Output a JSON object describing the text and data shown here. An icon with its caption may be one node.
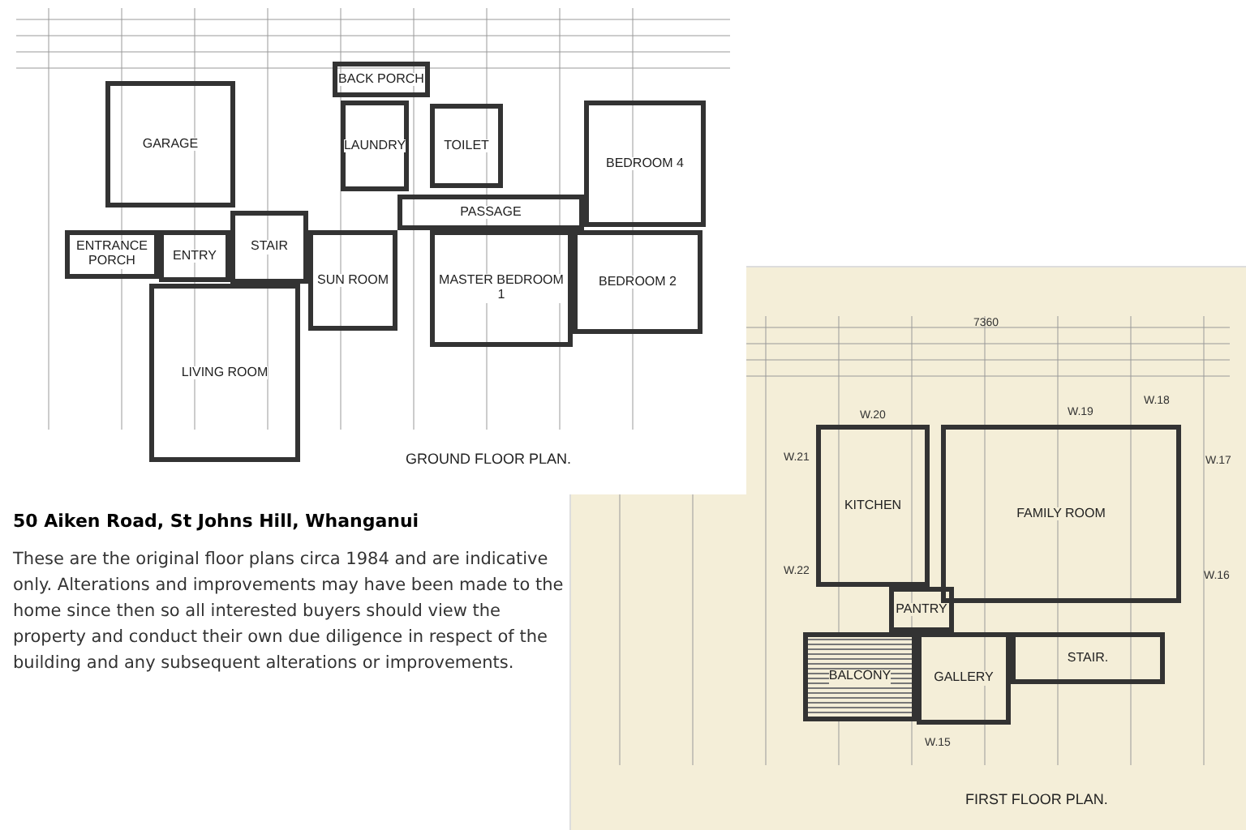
{
  "diagram": {
    "title": "50 Aiken Road, St Johns Hill, Whanganui",
    "caption": "These are the original floor plans circa 1984 and are indicative only. Alterations and improvements may have been made to the home since then so all interested buyers should view the property and conduct their own due diligence in respect of the building and any subsequent alterations or improvements.",
    "nodes": [
      {
        "text": [
          "GROUND FLOOR PLAN."
        ]
      },
      {
        "text": [
          "GARAGE"
        ],
        "in": 0
      },
      {
        "text": [
          "BACK PORCH"
        ],
        "in": 0
      },
      {
        "text": [
          "LAUNDRY"
        ],
        "in": 0
      },
      {
        "text": [
          "TOILET"
        ],
        "in": 0
      },
      {
        "text": [
          "PASSAGE"
        ],
        "in": 0
      },
      {
        "text": [
          "BEDROOM 4"
        ],
        "in": 0
      },
      {
        "text": [
          "ENTRANCE PORCH"
        ],
        "in": 0
      },
      {
        "text": [
          "ENTRY"
        ],
        "in": 0
      },
      {
        "text": [
          "STAIR"
        ],
        "in": 0
      },
      {
        "text": [
          "SUN ROOM"
        ],
        "in": 0
      },
      {
        "text": [
          "MASTER BEDROOM 1"
        ],
        "in": 0
      },
      {
        "text": [
          "BEDROOM 2"
        ],
        "in": 0
      },
      {
        "text": [
          "LIVING ROOM"
        ],
        "in": 0
      },
      {
        "text": [
          "FIRST FLOOR PLAN."
        ]
      },
      {
        "text": [
          "KITCHEN"
        ],
        "in": 14
      },
      {
        "text": [
          "FAMILY ROOM"
        ],
        "in": 14
      },
      {
        "text": [
          "PANTRY"
        ],
        "in": 14
      },
      {
        "text": [
          "BALCONY"
        ],
        "in": 14
      },
      {
        "text": [
          "GALLERY"
        ],
        "in": 14
      },
      {
        "text": [
          "STAIR."
        ],
        "in": 14
      }
    ],
    "labels": [
      "7360",
      "W.20",
      "W.19",
      "W.18",
      "W.21",
      "W.17",
      "W.22",
      "W.16",
      "W.15"
    ]
  }
}
